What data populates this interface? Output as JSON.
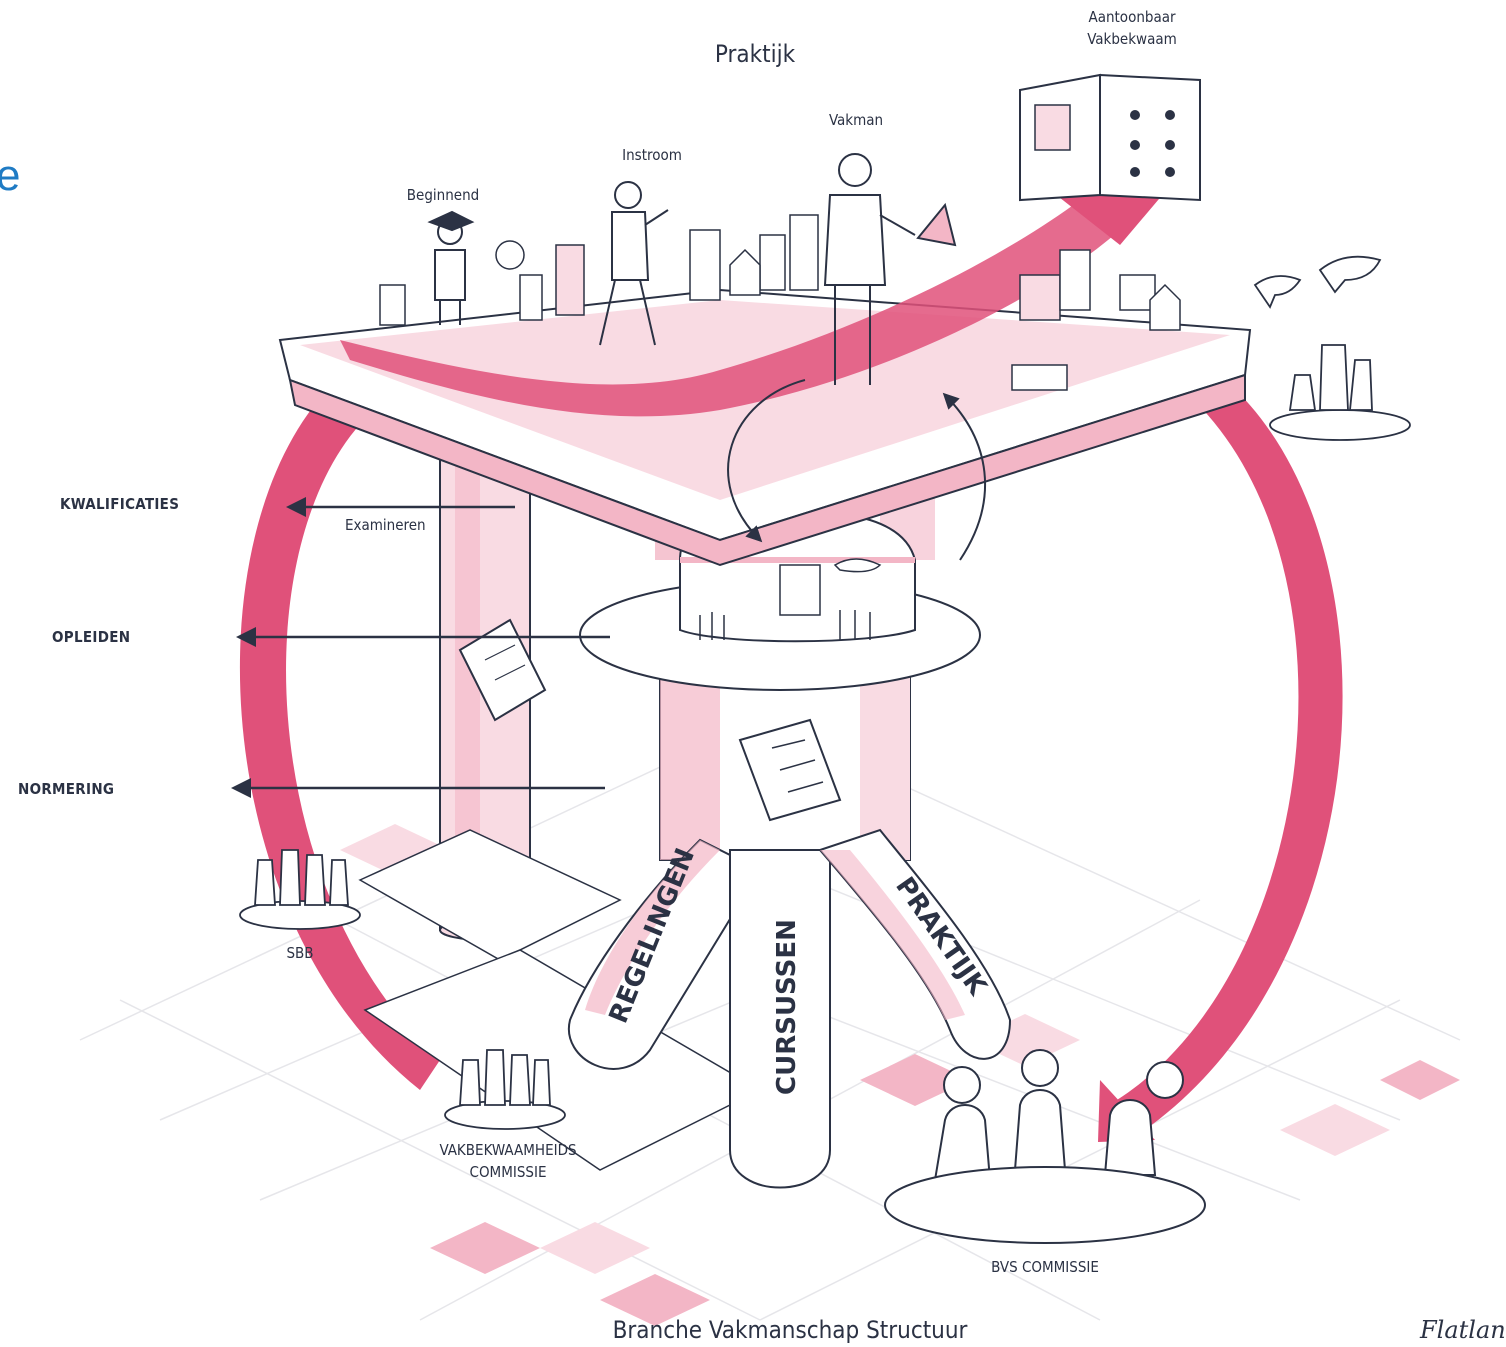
{
  "colors": {
    "accent": "#e0517a",
    "accent_light": "#f3b6c6",
    "accent_pale": "#f9dbe3",
    "ink": "#2b3244",
    "edge_blue": "#1f7bc4"
  },
  "edge_fragment": "e",
  "top": {
    "title": "Praktijk",
    "goal": [
      "Aantoonbaar",
      "Vakbekwaam"
    ],
    "stages": [
      "Beginnend",
      "Instroom",
      "Vakman"
    ]
  },
  "left_labels": {
    "kwalificaties": "KWALIFICATIES",
    "opleiden": "OPLEIDEN",
    "normering": "NORMERING",
    "examineren": "Examineren"
  },
  "legs": {
    "regelingen": "REGELINGEN",
    "cursussen": "CURSUSSEN",
    "praktijk": "PRAKTIJK"
  },
  "groups": {
    "sbb": "SBB",
    "vakbekwaamheids": [
      "VAKBEKWAAMHEIDS",
      "COMMISSIE"
    ],
    "bvs": "BVS COMMISSIE"
  },
  "footer": {
    "title": "Branche Vakmanschap Structuur",
    "signature": "Flatlan"
  }
}
